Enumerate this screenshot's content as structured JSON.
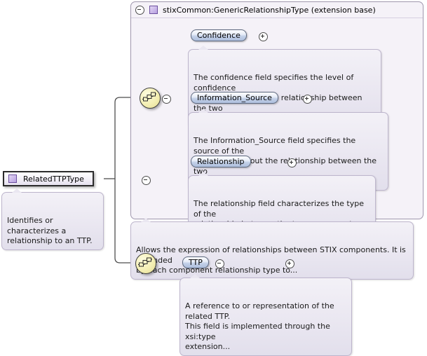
{
  "diagram": {
    "kind": "xml-schema-element-diagram",
    "line_color": "#4d4d4d",
    "panel_background": "#f5f2f8",
    "element_accent": "#aebfdd",
    "compositor_accent": "#f4efb4",
    "type_icon_accent": "#b79fe0"
  },
  "root": {
    "label": "RelatedTTPType",
    "icon": "complex-type-square-icon",
    "expander": "minus",
    "annotation": "Identifies or characterizes a\nrelationship to an TTP."
  },
  "extension_base": {
    "title": "stixCommon:GenericRelationshipType (extension base)",
    "icon": "complex-type-square-icon",
    "expander": "minus",
    "annotation": "Allows the expression of relationships between STIX components. It is extended\nby each component relationship type to...",
    "compositor": {
      "icon": "sequence-icon",
      "expander": "minus"
    },
    "elements": [
      {
        "label": "Confidence",
        "expander": "plus",
        "annotation": "The confidence field specifies the level of confidence\nin the assertion of the relationship between the two\ncomponents."
      },
      {
        "label": "Information_Source",
        "expander": "plus",
        "annotation": "The Information_Source field specifies the source of the\ninformation about the relationship between the two\ncomponents."
      },
      {
        "label": "Relationship",
        "expander": "plus",
        "annotation": "The relationship field characterizes the type of the\nrelationship between the two components.\nThis field is implemented..."
      }
    ]
  },
  "extension_content": {
    "compositor": {
      "icon": "sequence-icon",
      "expander": "minus"
    },
    "elements": [
      {
        "label": "TTP",
        "expander": "plus",
        "annotation": "A reference to or representation of the\nrelated TTP.\nThis field is implemented through the xsi:type\nextension..."
      }
    ]
  }
}
